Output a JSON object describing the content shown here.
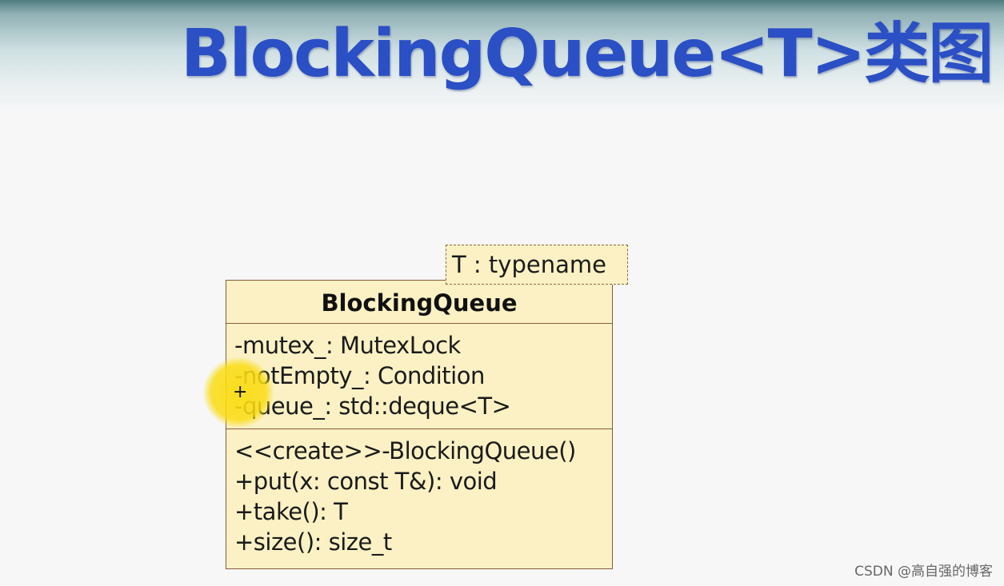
{
  "slide": {
    "title": "BlockingQueue<T>类图"
  },
  "template_parameter": "T : typename",
  "uml_class": {
    "name": "BlockingQueue",
    "attributes": [
      "-mutex_: MutexLock",
      "-notEmpty_: Condition",
      "-queue_: std::deque<T>"
    ],
    "operations": [
      "<<create>>-BlockingQueue()",
      "+put(x: const T&): void",
      "+take(): T",
      "+size(): size_t"
    ]
  },
  "cursor": {
    "symbol": "+",
    "highlight_color": "#f5d21a"
  },
  "watermark": "CSDN @高自强的博客",
  "colors": {
    "title": "#2b4fc4",
    "class_fill": "#fbf1c4",
    "class_border": "#8a5a3a"
  }
}
